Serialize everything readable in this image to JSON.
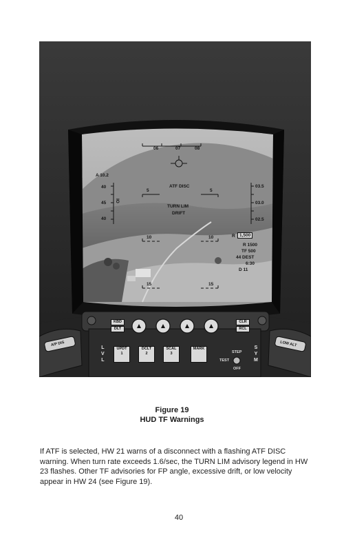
{
  "hud": {
    "heading_ticks": [
      "06",
      "07",
      "08"
    ],
    "altitude_label": "A 10.2",
    "left_scale": [
      "40",
      "45",
      "40"
    ],
    "left_scale_marker": "IO",
    "right_scale": [
      "03.5",
      "03.0",
      "02.5"
    ],
    "pitch_lines": [
      "5",
      "5",
      "10",
      "10",
      "15",
      "15"
    ],
    "atf_disc": "ATF DISC",
    "turn_lim": "TURN LIM",
    "drift": "DRIFT",
    "radar_prefix": "R",
    "radar_alt": "1,500",
    "data_block": [
      "R 1500",
      "TF 500",
      "44 DEST",
      "6:30",
      "D 11"
    ]
  },
  "panel": {
    "keys": {
      "kbd": "KBD",
      "dlt": "DLT",
      "clr": "CLR",
      "rcl": "RCL",
      "updt": "UPDT",
      "updt_num": "1",
      "dclt": "DCLT",
      "dclt_num": "2",
      "scal": "SCAL",
      "scal_num": "3",
      "mark": "MARK"
    },
    "lvl_letters": [
      "L",
      "V",
      "L"
    ],
    "sym_letters": [
      "S",
      "Y",
      "M"
    ],
    "step": "STEP",
    "test": "TEST",
    "off": "OFF",
    "left_button": "A/P DIS",
    "right_button": "LOW ALT"
  },
  "caption": {
    "figure_number": "Figure 19",
    "figure_title": "HUD TF Warnings"
  },
  "body": {
    "paragraph": "If ATF is selected, HW 21 warns of a disconnect with a flashing ATF DISC warning. When turn rate exceeds 1.6/sec, the TURN LIM advisory legend in HW 23 flashes. Other TF advisories for FP angle, excessive drift, or low velocity appear in HW 24 (see Figure 19)."
  },
  "page_number": "40"
}
